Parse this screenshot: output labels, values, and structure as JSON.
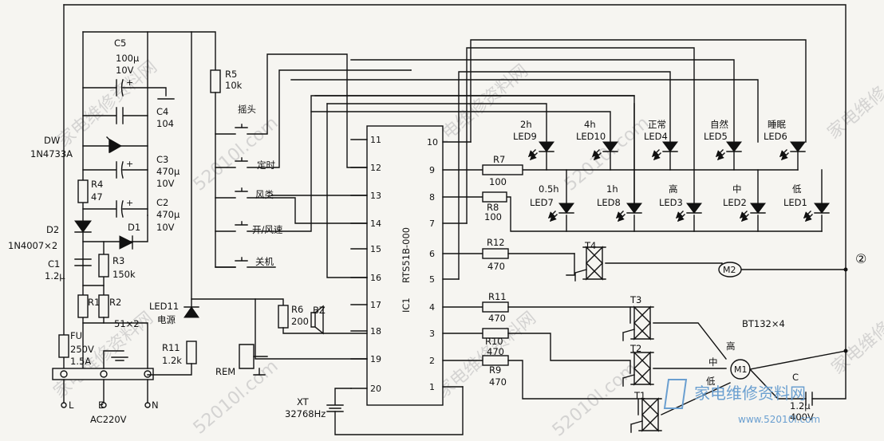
{
  "capacitors": {
    "c5": {
      "ref": "C5",
      "value": "100μ",
      "voltage": "10V"
    },
    "c4": {
      "ref": "C4",
      "value": "104"
    },
    "c3": {
      "ref": "C3",
      "value": "470μ",
      "voltage": "10V"
    },
    "c2": {
      "ref": "C2",
      "value": "470μ",
      "voltage": "10V"
    },
    "c1": {
      "ref": "C1",
      "value": "1.2μ"
    },
    "c": {
      "ref": "C",
      "value": "1.2μ",
      "voltage": "400V"
    }
  },
  "zener": {
    "ref": "DW",
    "part": "1N4733A"
  },
  "diodes": {
    "d2": "D2",
    "d1": "D1",
    "part": "1N4007×2"
  },
  "resistors": {
    "r4": {
      "ref": "R4",
      "value": "47"
    },
    "r3": {
      "ref": "R3",
      "value": "150k"
    },
    "r1": "R1",
    "r2": "R2",
    "r12_value": "51×2",
    "r5": {
      "ref": "R5",
      "value": "10k"
    },
    "r6": {
      "ref": "R6",
      "value": "200"
    },
    "r11a": {
      "ref": "R11",
      "value": "1.2k"
    },
    "r7": {
      "ref": "R7",
      "value": "100"
    },
    "r8": {
      "ref": "R8",
      "value": "100"
    },
    "r12": {
      "ref": "R12",
      "value": "470"
    },
    "r11": {
      "ref": "R11",
      "value": "470"
    },
    "r10": {
      "ref": "R10",
      "value": "470"
    },
    "r9": {
      "ref": "R9",
      "value": "470"
    }
  },
  "fuse": {
    "ref": "FU",
    "rating": "250V",
    "current": "1.5A"
  },
  "terminals": {
    "l": "L",
    "e": "E",
    "n": "N",
    "supply": "AC220V"
  },
  "led11": {
    "ref": "LED11",
    "label": "电源"
  },
  "receiver": {
    "ref": "REM"
  },
  "buzzer": {
    "ref": "BZ"
  },
  "crystal": {
    "ref": "XT",
    "freq": "32768Hz"
  },
  "ic": {
    "ref": "IC1",
    "part": "RTS51B-000",
    "pins_left": [
      "11",
      "12",
      "13",
      "14",
      "15",
      "16",
      "17",
      "18",
      "19",
      "20"
    ],
    "pins_right": [
      "10",
      "9",
      "8",
      "7",
      "6",
      "5",
      "4",
      "3",
      "2",
      "1"
    ]
  },
  "switches": [
    "摇头",
    "定时",
    "风类",
    "开/风速",
    "关机"
  ],
  "leds_top": [
    {
      "label": "2h",
      "ref": "LED9"
    },
    {
      "label": "4h",
      "ref": "LED10"
    },
    {
      "label": "正常",
      "ref": "LED4"
    },
    {
      "label": "自然",
      "ref": "LED5"
    },
    {
      "label": "睡眠",
      "ref": "LED6"
    }
  ],
  "leds_bottom": [
    {
      "label": "0.5h",
      "ref": "LED7"
    },
    {
      "label": "1h",
      "ref": "LED8"
    },
    {
      "label": "高",
      "ref": "LED3"
    },
    {
      "label": "中",
      "ref": "LED2"
    },
    {
      "label": "低",
      "ref": "LED1"
    }
  ],
  "triacs": {
    "t4": "T4",
    "t3": "T3",
    "t2": "T2",
    "t1": "T1",
    "part": "BT132×4"
  },
  "motors": {
    "m2": "M2",
    "m1": "M1"
  },
  "speeds": {
    "high": "高",
    "mid": "中",
    "low": "低"
  },
  "figure_number": "②",
  "watermarks": [
    "家电维修资料网",
    "52010l.com",
    "家电维修资料网",
    "52010l.com",
    "家电维修资料网",
    "52010l.com",
    "家电维修",
    "家电维修资料网",
    "52010l.com",
    "家电维修资料网",
    "家电维修资料网",
    "www.52010l.com",
    "家电维修",
    "家电维修资料网"
  ],
  "logo": {
    "text": "家电维修资料网",
    "url": "www.52010l.com"
  }
}
